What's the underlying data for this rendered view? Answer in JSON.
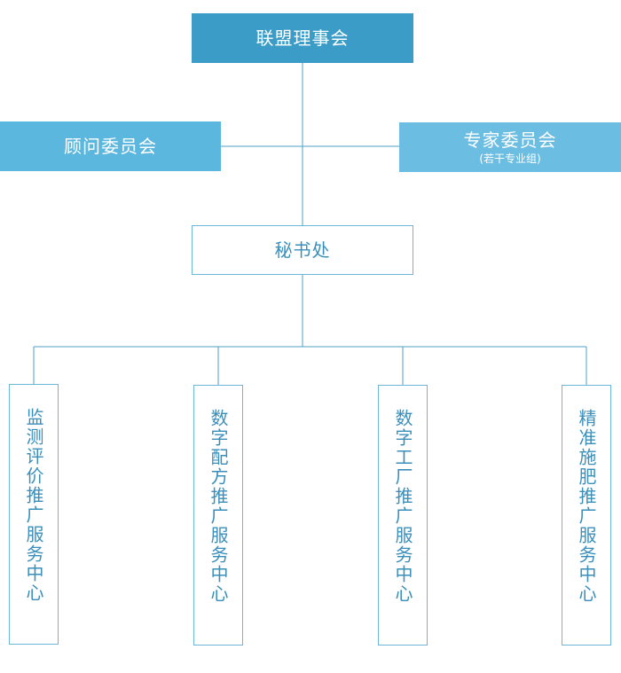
{
  "colors": {
    "line": "#4d9fc6",
    "top_box": "#3a9cc7",
    "side_box_left": "#5cb7df",
    "side_box_right": "#6bbde2",
    "outline": "#6bb6d9",
    "outline_text": "#3a8fba"
  },
  "chart": {
    "root": {
      "label": "联盟理事会"
    },
    "advisory": {
      "label": "顾问委员会"
    },
    "expert": {
      "label": "专家委员会",
      "note": "(若干专业组)"
    },
    "secretariat": {
      "label": "秘书处"
    },
    "centers": [
      {
        "label": "监测评价推广服务中心"
      },
      {
        "label": "数字配方推广服务中心"
      },
      {
        "label": "数字工厂推广服务中心"
      },
      {
        "label": "精准施肥推广服务中心"
      }
    ]
  }
}
